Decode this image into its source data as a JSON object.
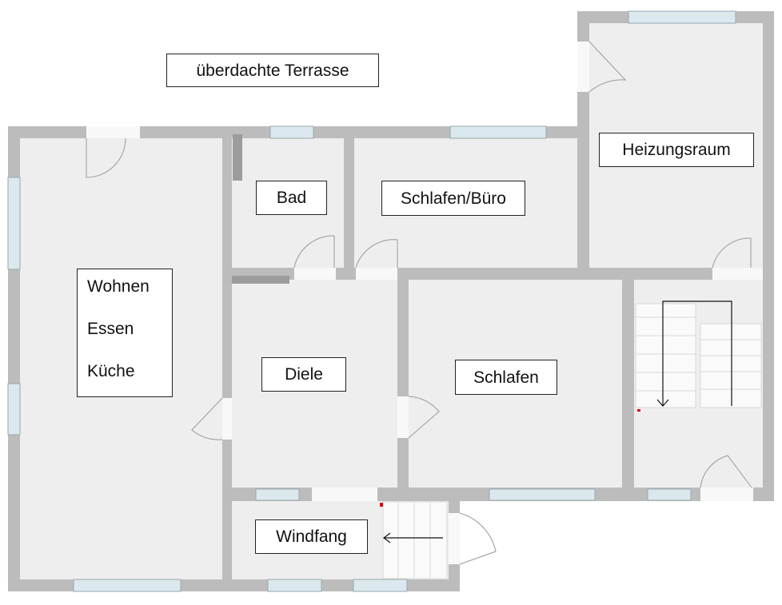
{
  "rooms": {
    "terrace": "überdachte Terrasse",
    "living": [
      "Wohnen",
      "Essen",
      "Küche"
    ],
    "bath": "Bad",
    "sleep_office": "Schlafen/Büro",
    "boiler": "Heizungsraum",
    "hall": "Diele",
    "bedroom": "Schlafen",
    "vestibule": "Windfang"
  },
  "colors": {
    "wall": "#bcbcbc",
    "floor": "#eeeeee",
    "window": "#d6e8f0",
    "marker": "#e00000"
  }
}
